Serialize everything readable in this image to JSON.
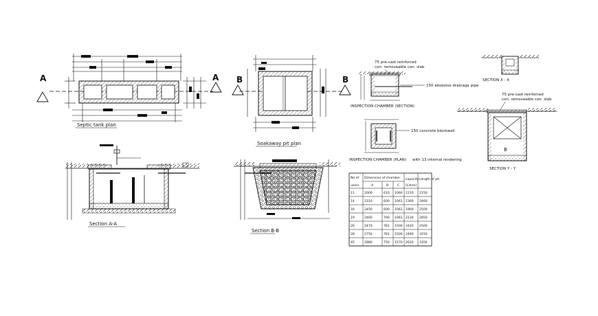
{
  "labels": {
    "marker_a_left": "A",
    "marker_a_right": "A",
    "marker_b_left": "B",
    "marker_b_right": "B",
    "septic_plan": "Septic tank plan",
    "soakaway_plan": "Soakaway pit plan",
    "section_aa": "Section A-A",
    "section_bb": "Section B-B",
    "ic_slab_note_1": "75 pre-cast reinforced",
    "ic_slab_note_2": "con. removeable con. slab",
    "pipe_note": "150 absestos drainage pipe",
    "ic_section": "INSPECTION CHAMBER (SECTION)",
    "blockwall_note": "150 concrete blockwall",
    "ic_plan": "INSPECTION CHAMBER (PLAN)",
    "rendering_note": "with 13 internal rendering",
    "section_xx": "SECTION X - X",
    "xx_slab_note_1": "75 pre-cast reinforced",
    "xx_slab_note_2": "con. removeable con. slab",
    "chamber_b": "B",
    "section_yy": "SECTION Y - Y"
  },
  "table": {
    "headers": [
      "No of",
      "Dimension of chamber",
      "",
      "",
      "capacity",
      "Length of pit"
    ],
    "subheaders": [
      "users",
      "A",
      "B",
      "C",
      "(Litres)",
      ""
    ],
    "rows": [
      [
        "11",
        "2000",
        "610",
        "1060",
        "1210",
        "2150"
      ],
      [
        "14",
        "2310",
        "600",
        "1061",
        "1360",
        "2460"
      ],
      [
        "16",
        "2450",
        "600",
        "1061",
        "1960",
        "2500"
      ],
      [
        "19",
        "2460",
        "700",
        "1061",
        "2130",
        "2650"
      ],
      [
        "26",
        "2470",
        "781",
        "1500",
        "2420",
        "2500"
      ],
      [
        "28",
        "2750",
        "781",
        "1500",
        "2460",
        "3250"
      ],
      [
        "45",
        "2880",
        "750",
        "1570",
        "2620",
        "3350"
      ]
    ]
  }
}
